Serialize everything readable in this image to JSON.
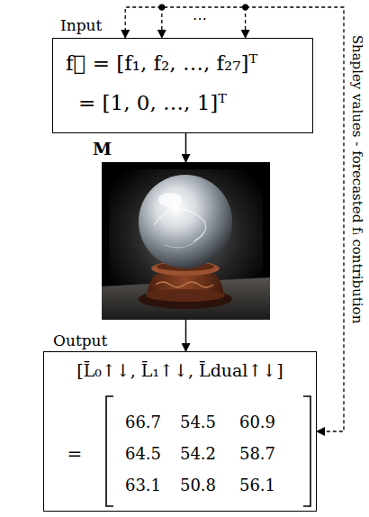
{
  "diagram": {
    "nodes": [
      {
        "text": [
          "Input",
          "f⃗ = [f₁, f₂, …, f₂₇]ᵀ",
          "= [1, 0, …, 1]ᵀ"
        ]
      },
      {
        "text": [
          "M"
        ]
      },
      {
        "text": [
          "Output",
          "[L̄₀↑↓, L̄₁↑↓, L̄dual↑↓]",
          "=",
          "66.7",
          "54.5",
          "60.9",
          "64.5",
          "54.2",
          "58.7",
          "63.1",
          "50.8",
          "56.1"
        ]
      }
    ],
    "edges": [
      {
        "from": 0,
        "to": 1,
        "arrow": "to"
      },
      {
        "from": 1,
        "to": 2,
        "arrow": "to"
      },
      {
        "from": 0,
        "to": 2,
        "arrow": "both",
        "label": "Shapley values - forecasted fᵢ contribution"
      }
    ],
    "labels": [
      "⋯"
    ]
  }
}
